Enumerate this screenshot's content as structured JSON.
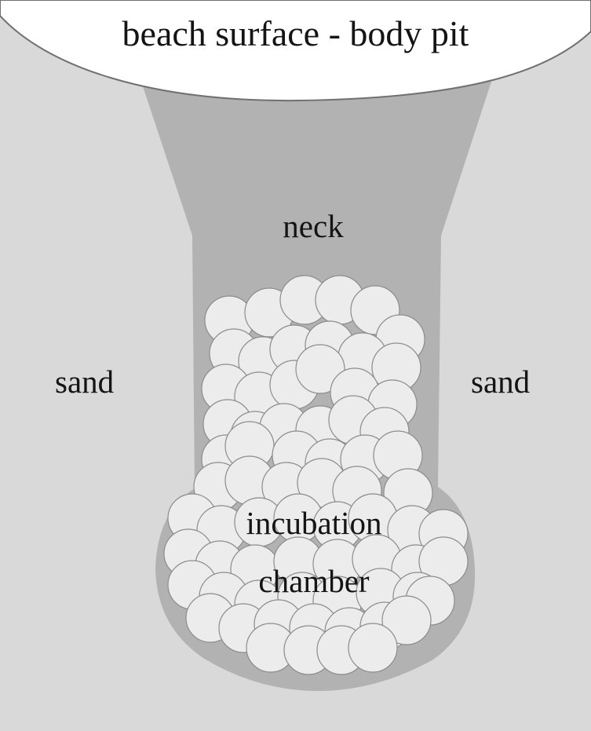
{
  "labels": {
    "surface": "beach surface - body pit",
    "neck": "neck",
    "sand_left": "sand",
    "sand_right": "sand",
    "chamber_line1": "incubation",
    "chamber_line2": "chamber"
  },
  "colors": {
    "sand": "#d9d9d9",
    "nest_cavity": "#b2b2b2",
    "egg_fill": "#ececec",
    "egg_stroke": "#8c8c8c",
    "surface_fill": "#ffffff",
    "surface_outline": "#707070",
    "text": "#141414"
  }
}
